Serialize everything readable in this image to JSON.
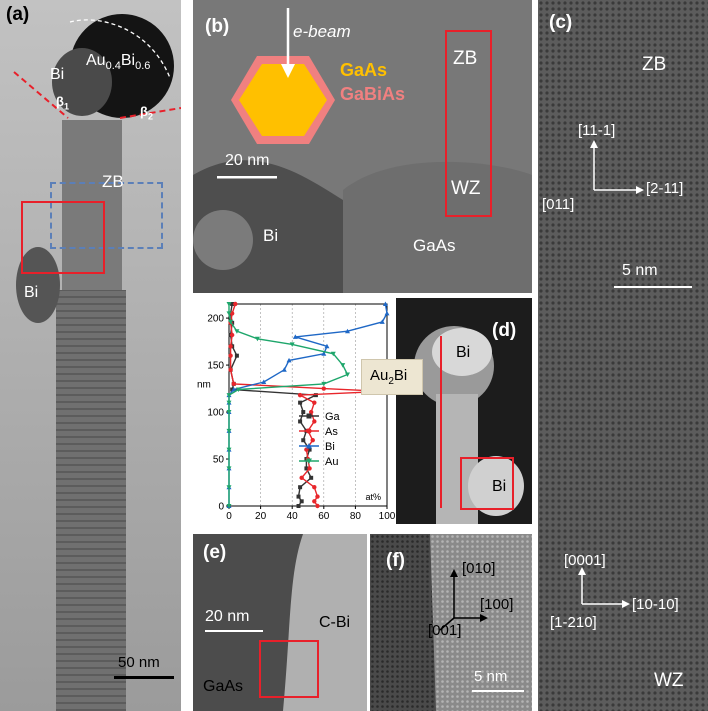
{
  "figure": {
    "panel_a": {
      "label": "(a)",
      "particle_label_main": "Au",
      "particle_sub1": "0.4",
      "particle_mid": "Bi",
      "particle_sub2": "0.6",
      "bi_top": "Bi",
      "beta1": "β",
      "beta1_sub": "1",
      "beta2": "β",
      "beta2_sub": "2",
      "zb": "ZB",
      "bi_side": "Bi",
      "scalebar": "50 nm"
    },
    "panel_b": {
      "label": "(b)",
      "ebeam": "e-beam",
      "gaas_legend": "GaAs",
      "gabias_legend": "GaBiAs",
      "zb": "ZB",
      "wz": "WZ",
      "scalebar": "20 nm",
      "bi": "Bi",
      "gaas": "GaAs"
    },
    "panel_c": {
      "label": "(c)",
      "zb": "ZB",
      "dir_up": "[11-1]",
      "dir_left": "[011]",
      "dir_right": "[2-11]",
      "scalebar": "5 nm",
      "dir_up2": "[0001]",
      "dir_left2": "[1-210]",
      "dir_right2": "[10-10]",
      "wz": "WZ"
    },
    "panel_d": {
      "label": "(d)",
      "bi_top": "Bi",
      "bi_bottom": "Bi",
      "phase_box": "Au",
      "phase_sub": "2",
      "phase_end": "Bi"
    },
    "panel_e": {
      "label": "(e)",
      "scalebar": "20 nm",
      "cbi": "C-Bi",
      "gaas": "GaAs"
    },
    "panel_f": {
      "label": "(f)",
      "dir_up": "[010]",
      "dir_right": "[100]",
      "dir_left": "[001]",
      "scalebar": "5 nm"
    },
    "colors": {
      "red_box": "#e8202a",
      "blue_box": "#5b7fb8",
      "gaas_fill": "#ffc000",
      "gabias_fill": "#f08080"
    }
  },
  "chart_data": {
    "type": "line",
    "ylabel": "nm",
    "xlabel": "at%",
    "xlim": [
      0,
      100
    ],
    "ylim": [
      0,
      215
    ],
    "x_ticks": [
      "0",
      "20",
      "40",
      "60",
      "80",
      "100"
    ],
    "y_ticks": [
      "0",
      "50",
      "100",
      "150",
      "200"
    ],
    "legend": [
      "Ga",
      "As",
      "Bi",
      "Au"
    ],
    "legend_position": "center-right",
    "grid": "vertical-dashed",
    "series": [
      {
        "name": "Ga",
        "color": "#333333",
        "marker": "square",
        "points": [
          [
            44,
            0
          ],
          [
            46,
            5
          ],
          [
            44,
            10
          ],
          [
            45,
            20
          ],
          [
            52,
            30
          ],
          [
            49,
            40
          ],
          [
            49,
            50
          ],
          [
            51,
            60
          ],
          [
            47,
            70
          ],
          [
            49,
            80
          ],
          [
            45,
            90
          ],
          [
            47,
            100
          ],
          [
            45,
            110
          ],
          [
            55,
            118
          ],
          [
            2,
            124
          ],
          [
            3,
            130
          ],
          [
            1,
            145
          ],
          [
            5,
            160
          ],
          [
            2,
            170
          ],
          [
            1,
            182
          ],
          [
            2,
            195
          ],
          [
            1,
            205
          ],
          [
            2,
            215
          ]
        ]
      },
      {
        "name": "As",
        "color": "#e8262b",
        "marker": "circle",
        "points": [
          [
            56,
            0
          ],
          [
            54,
            5
          ],
          [
            56,
            10
          ],
          [
            54,
            20
          ],
          [
            46,
            30
          ],
          [
            51,
            40
          ],
          [
            50,
            50
          ],
          [
            49,
            60
          ],
          [
            53,
            70
          ],
          [
            50,
            80
          ],
          [
            54,
            90
          ],
          [
            52,
            100
          ],
          [
            54,
            110
          ],
          [
            45,
            118
          ],
          [
            98,
            122
          ],
          [
            60,
            125
          ],
          [
            3,
            130
          ],
          [
            1,
            145
          ],
          [
            1,
            160
          ],
          [
            1,
            170
          ],
          [
            2,
            182
          ],
          [
            1,
            195
          ],
          [
            2,
            205
          ],
          [
            4,
            215
          ]
        ]
      },
      {
        "name": "Bi",
        "color": "#1f68c6",
        "marker": "triangle",
        "points": [
          [
            0,
            0
          ],
          [
            0,
            20
          ],
          [
            0,
            40
          ],
          [
            0,
            60
          ],
          [
            0,
            80
          ],
          [
            0,
            100
          ],
          [
            0,
            110
          ],
          [
            0,
            118
          ],
          [
            3,
            124
          ],
          [
            22,
            132
          ],
          [
            35,
            145
          ],
          [
            38,
            155
          ],
          [
            60,
            162
          ],
          [
            62,
            170
          ],
          [
            42,
            180
          ],
          [
            75,
            186
          ],
          [
            97,
            196
          ],
          [
            100,
            205
          ],
          [
            99,
            215
          ]
        ]
      },
      {
        "name": "Au",
        "color": "#1ea66b",
        "marker": "triangle-down",
        "points": [
          [
            0,
            0
          ],
          [
            0,
            20
          ],
          [
            0,
            40
          ],
          [
            0,
            60
          ],
          [
            0,
            80
          ],
          [
            0,
            100
          ],
          [
            0,
            110
          ],
          [
            0,
            118
          ],
          [
            6,
            124
          ],
          [
            60,
            130
          ],
          [
            75,
            140
          ],
          [
            72,
            150
          ],
          [
            66,
            162
          ],
          [
            40,
            172
          ],
          [
            18,
            178
          ],
          [
            5,
            186
          ],
          [
            1,
            196
          ],
          [
            0,
            205
          ],
          [
            0,
            215
          ]
        ]
      }
    ]
  }
}
